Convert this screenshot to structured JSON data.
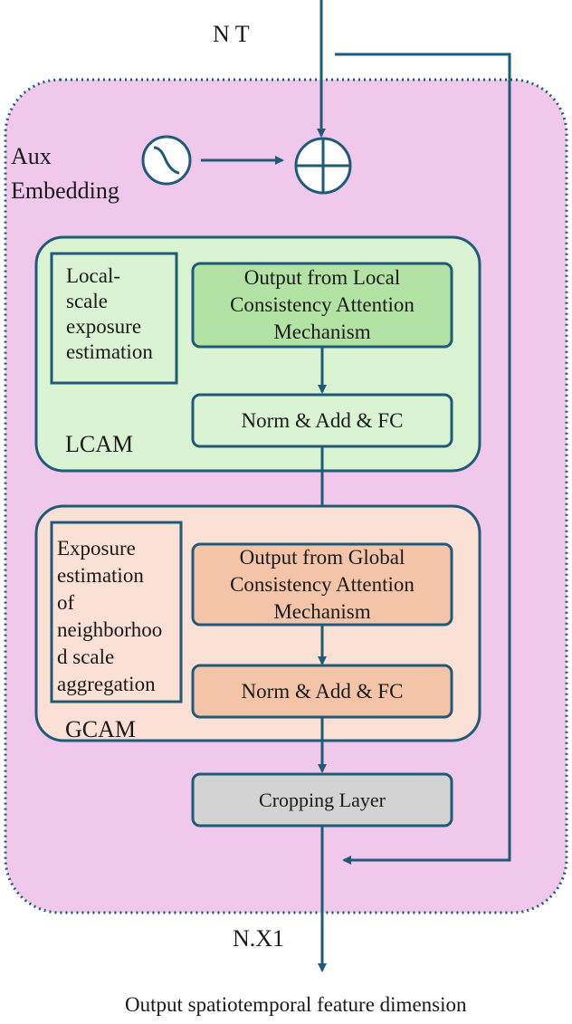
{
  "input": {
    "label": "N T"
  },
  "aux_embedding": {
    "label_line1": "Aux",
    "label_line2": "Embedding"
  },
  "lcam": {
    "side_note": "Local-\nscale\nexposure\nestimation",
    "output_box": "Output from Local Consistency Attention Mechanism",
    "norm_box": "Norm & Add & FC",
    "label": "LCAM"
  },
  "gcam": {
    "side_note": "Exposure\nestimation\nof\nneighborhoo\nd scale\naggregation",
    "output_box": "Output from Global Consistency Attention Mechanism",
    "norm_box": "Norm & Add & FC",
    "label": "GCAM"
  },
  "cropping": {
    "label": "Cropping Layer"
  },
  "output": {
    "label": "N.X1",
    "caption": "Output spatiotemporal feature dimension"
  },
  "colors": {
    "outer_fill": "#f0c8ec",
    "lcam_fill": "#daf3d3",
    "lcam_output_fill": "#b3e3a4",
    "gcam_fill": "#fbe0d5",
    "gcam_box_fill": "#f3c4a8",
    "cropping_fill": "#d3d3d3",
    "stroke": "#1f5a78"
  }
}
